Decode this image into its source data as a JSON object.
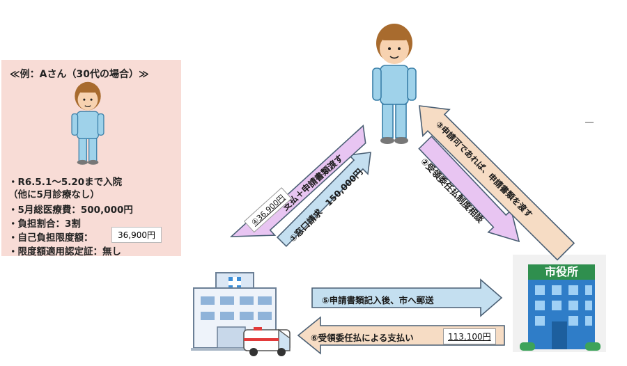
{
  "example": {
    "heading": "≪例：Aさん（30代の場合）≫",
    "lines": [
      "・R6.5.1～5.20まで入院",
      "（他に5月診療なし）",
      "・5月総医療費：500,000円",
      "・負担割合：3割",
      "・自己負担限度額：",
      "・限度額適用認定証：無し"
    ],
    "limit_amount": "36,900円"
  },
  "flows": {
    "s1": "①窓口請求　150,000円",
    "s2": "②受領委任払制度相談",
    "s3": "③申請可であれば、申請書類を渡す",
    "s4_text": "支払＋申請書類渡す",
    "s4_amount": "④36,900円",
    "s5": "⑤申請書類記入後、市へ郵送",
    "s6": "⑥受領委任払による支払い",
    "s6_amount": "113,100円"
  },
  "city_hall_sign": "市役所",
  "colors": {
    "arrow_blue": "#c4dff0",
    "arrow_pink": "#e8c5f2",
    "arrow_peach": "#f6dcc4",
    "panel_bg": "#f8dcd6"
  }
}
